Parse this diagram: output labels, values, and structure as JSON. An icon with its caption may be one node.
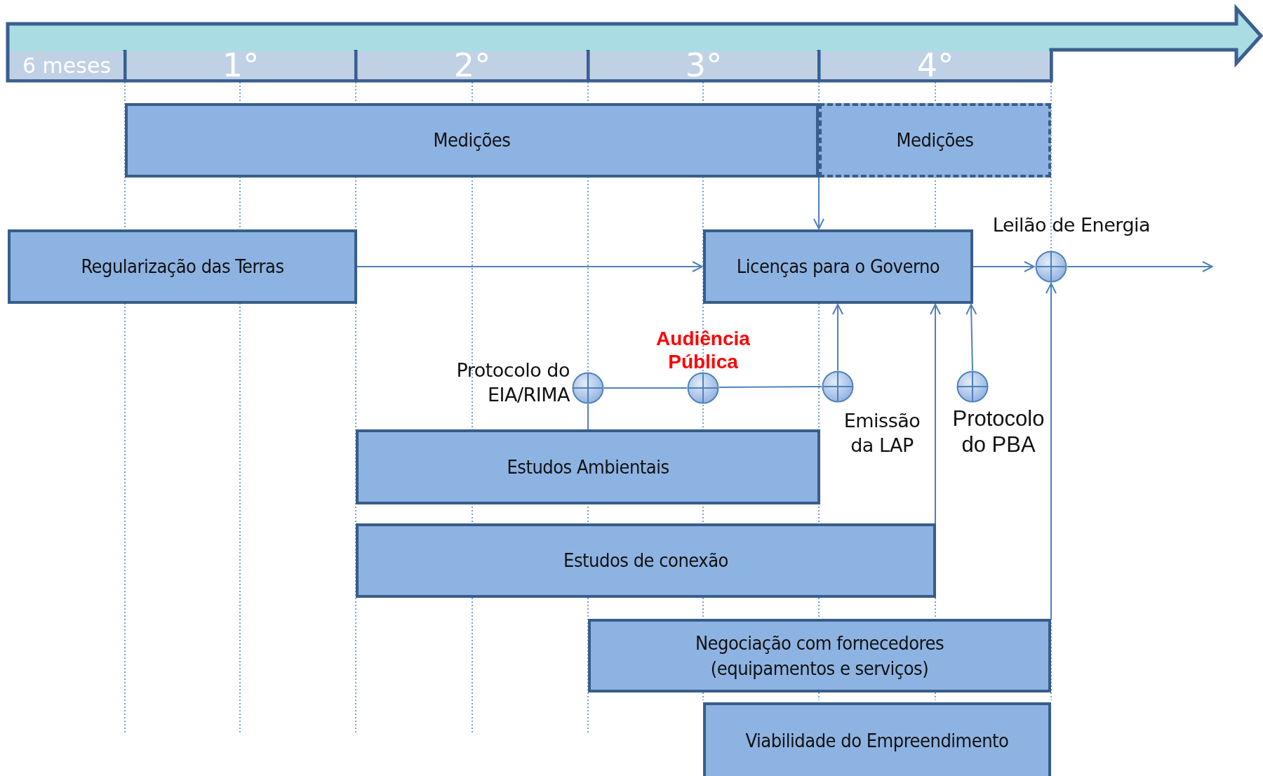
{
  "diagram": {
    "nodes": [
      {
        "text": [
          "6 meses"
        ]
      },
      {
        "text": [
          "1°"
        ]
      },
      {
        "text": [
          "2°"
        ]
      },
      {
        "text": [
          "3°"
        ]
      },
      {
        "text": [
          "4°"
        ]
      },
      {
        "text": [
          "Medições"
        ]
      },
      {
        "text": [
          "Medições"
        ]
      },
      {
        "text": [
          "Regularização das Terras"
        ]
      },
      {
        "text": [
          "Licenças para o Governo"
        ]
      },
      {
        "text": [],
        "shape": "circle",
        "beside": [
          "Leilão de Energia"
        ]
      },
      {
        "text": [],
        "shape": "circle",
        "beside": [
          "Protocolo do EIA/RIMA"
        ]
      },
      {
        "text": [],
        "shape": "circle",
        "beside": [
          "Audiência Pública"
        ]
      },
      {
        "text": [],
        "shape": "circle",
        "beside": [
          "Emissão da LAP"
        ]
      },
      {
        "text": [],
        "shape": "circle",
        "beside": [
          "Protocolo do PBA"
        ]
      },
      {
        "text": [
          "Estudos Ambientais"
        ]
      },
      {
        "text": [
          "Estudos de conexão"
        ]
      },
      {
        "text": [
          "Negociação com fornecedores (equipamentos e serviços)"
        ]
      },
      {
        "text": [
          "Viabilidade do Empreendimento"
        ]
      }
    ],
    "edges": [
      {
        "from": 6,
        "to": 8,
        "arrow": "to"
      },
      {
        "from": 7,
        "to": 8,
        "arrow": "to"
      },
      {
        "from": 8,
        "to": 9,
        "arrow": "to"
      },
      {
        "from": 9,
        "to": null,
        "arrow": "to"
      },
      {
        "from": 14,
        "to": 10,
        "arrow": "none"
      },
      {
        "from": 10,
        "to": 11,
        "arrow": "none"
      },
      {
        "from": 11,
        "to": 12,
        "arrow": "none"
      },
      {
        "from": 12,
        "to": 8,
        "arrow": "to"
      },
      {
        "from": 15,
        "to": 8,
        "arrow": "to"
      },
      {
        "from": 13,
        "to": 8,
        "arrow": "to"
      },
      {
        "from": 16,
        "to": 9,
        "arrow": "to"
      }
    ]
  }
}
